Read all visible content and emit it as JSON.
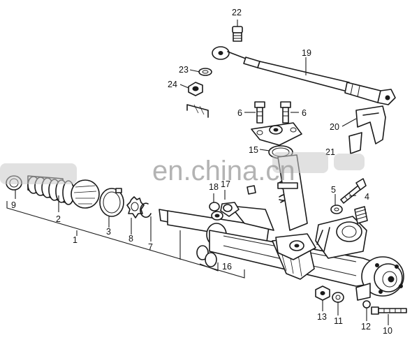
{
  "diagram": {
    "watermark": "en.china.cn",
    "callouts": {
      "c1": "1",
      "c2": "2",
      "c3": "3",
      "c4": "4",
      "c5": "5",
      "c6a": "6",
      "c6b": "6",
      "c7": "7",
      "c8": "8",
      "c9": "9",
      "c10": "10",
      "c11": "11",
      "c12": "12",
      "c13": "13",
      "c15": "15",
      "c16": "16",
      "c17": "17",
      "c18": "18",
      "c19": "19",
      "c20": "20",
      "c21": "21",
      "c22": "22",
      "c23": "23",
      "c24": "24"
    }
  }
}
